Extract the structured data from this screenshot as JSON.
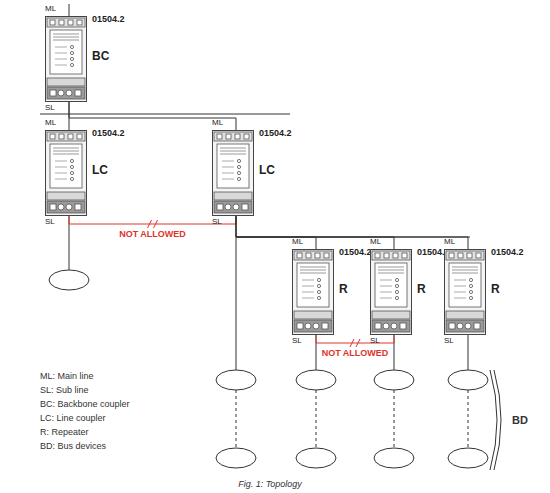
{
  "diagram": {
    "caption": "Fig. 1: Topology",
    "nodes": [
      {
        "text": [
          "ML",
          "01504.2",
          "BC",
          "SL"
        ]
      },
      {
        "text": [
          "ML",
          "01504.2",
          "LC",
          "SL"
        ]
      },
      {
        "text": [
          "ML",
          "01504.2",
          "LC",
          "SL"
        ]
      },
      {
        "text": [
          "ML",
          "01504.2",
          "R",
          "SL"
        ]
      },
      {
        "text": [
          "ML",
          "01504.2",
          "R",
          "SL"
        ]
      },
      {
        "text": [
          "ML",
          "01504.2",
          "R",
          "SL"
        ]
      }
    ],
    "edges": [
      {
        "from": 0,
        "to": 1,
        "arrow": "none"
      },
      {
        "from": 0,
        "to": 2,
        "arrow": "none"
      },
      {
        "from": 1,
        "to": 2,
        "arrow": "none",
        "label": "NOT ALLOWED"
      },
      {
        "from": 2,
        "to": 3,
        "arrow": "none"
      },
      {
        "from": 2,
        "to": 4,
        "arrow": "none"
      },
      {
        "from": 2,
        "to": 5,
        "arrow": "none"
      },
      {
        "from": 3,
        "to": 4,
        "arrow": "none",
        "label": "NOT ALLOWED"
      }
    ],
    "labels": [
      "ML: Main line",
      "SL: Sub line",
      "BC: Backbone coupler",
      "LC: Line coupler",
      "R: Repeater",
      "BD: Bus devices",
      "BD"
    ]
  }
}
